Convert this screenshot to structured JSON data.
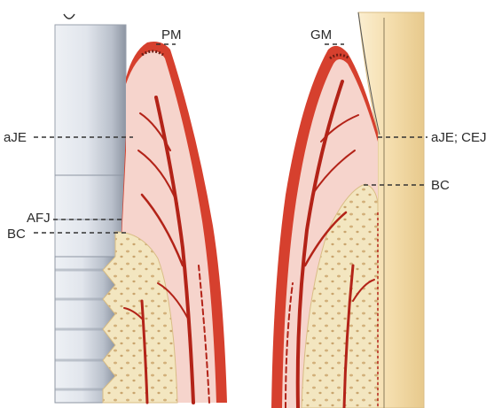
{
  "labels": {
    "pm": "PM",
    "gm": "GM",
    "aje_left": "aJE",
    "afj": "AFJ",
    "bc_left": "BC",
    "aje_cej_right": "aJE; CEJ",
    "bc_right": "BC"
  },
  "colors": {
    "gingiva_red": "#d6402e",
    "gingiva_dark": "#a8281c",
    "connective_pink": "#f6d4cc",
    "vessel": "#b32318",
    "bone": "#f3e6c0",
    "bone_dots": "#c9a56e",
    "implant": "#dfe3ea",
    "implant_shadow": "#9aa2ae",
    "tooth": "#f5e2b6",
    "tooth_edge": "#d9bd85",
    "dash": "#333333"
  }
}
